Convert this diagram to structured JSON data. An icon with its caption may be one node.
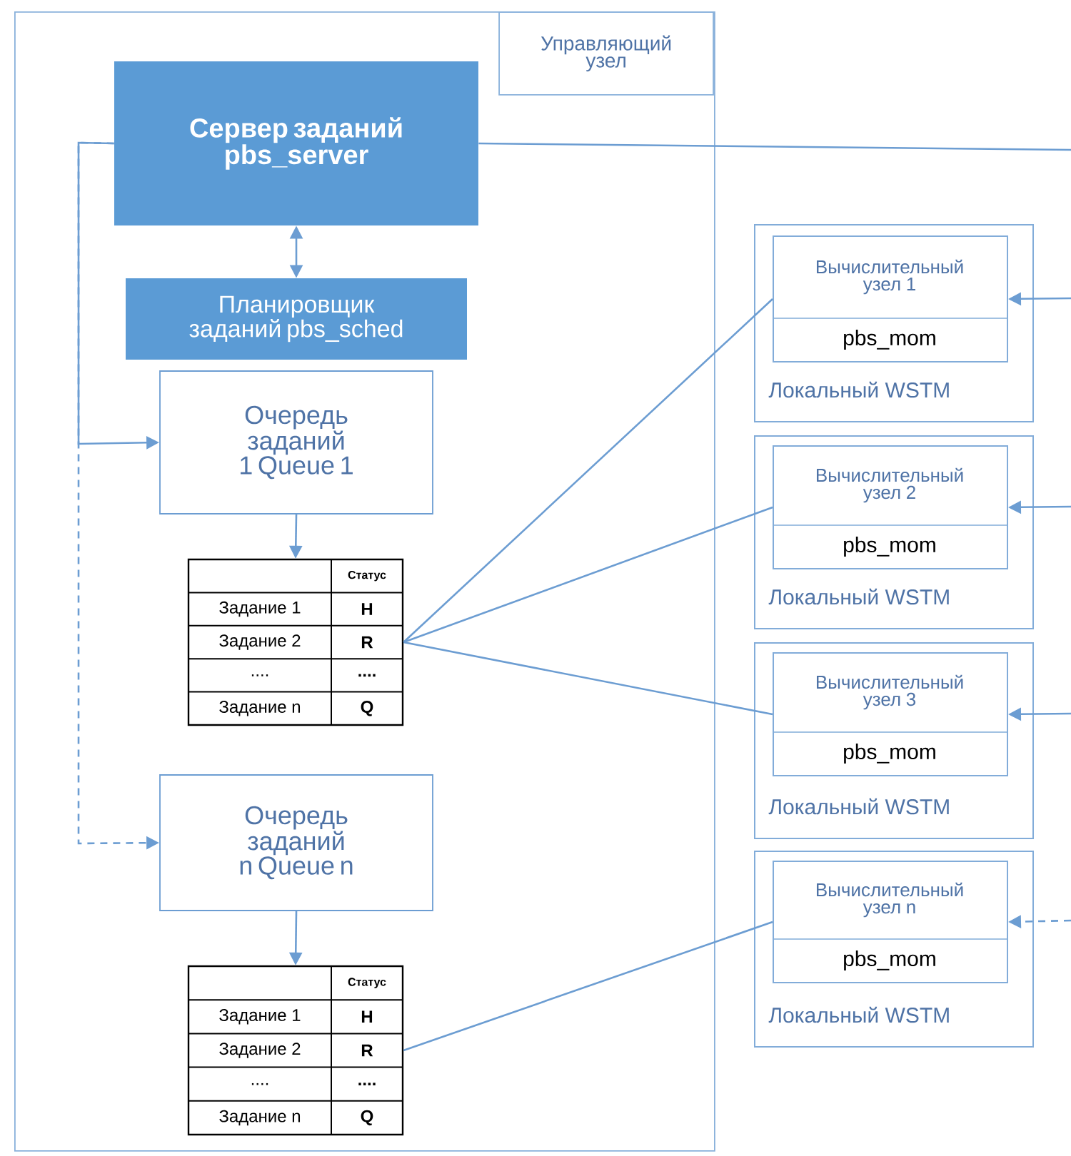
{
  "diagram": {
    "nodes": [
      {
        "text": [
          "Управляющий узел"
        ]
      },
      {
        "text": [
          "Сервер заданий pbs_server"
        ],
        "in": 0
      },
      {
        "text": [
          "Планировщик заданий pbs_sched"
        ],
        "in": 0
      },
      {
        "text": [
          "Очередь заданий 1 Queue 1"
        ],
        "in": 0
      },
      {
        "text": [
          "Статус",
          "Задание 1",
          "H",
          "Задание 2",
          "R",
          "....",
          "....",
          "Задание n",
          "Q"
        ],
        "in": 0
      },
      {
        "text": [
          "Очередь заданий n Queue n"
        ],
        "in": 0
      },
      {
        "text": [
          "Статус",
          "Задание 1",
          "H",
          "Задание 2",
          "R",
          "....",
          "....",
          "Задание n",
          "Q"
        ],
        "in": 0
      },
      {
        "text": [
          "Локальный WSTM"
        ]
      },
      {
        "text": [
          "Вычислительный узел 1",
          "pbs_mom"
        ],
        "in": 7
      },
      {
        "text": [
          "Локальный WSTM"
        ]
      },
      {
        "text": [
          "Вычислительный узел 2",
          "pbs_mom"
        ],
        "in": 9
      },
      {
        "text": [
          "Локальный WSTM"
        ]
      },
      {
        "text": [
          "Вычислительный узел 3",
          "pbs_mom"
        ],
        "in": 11
      },
      {
        "text": [
          "Локальный WSTM"
        ]
      },
      {
        "text": [
          "Вычислительный узел n",
          "pbs_mom"
        ],
        "in": 13
      }
    ],
    "edges": [
      {
        "from": 1,
        "to": 2,
        "arrow": "both"
      },
      {
        "from": 1,
        "to": 3,
        "arrow": "to"
      },
      {
        "from": 1,
        "to": 5,
        "arrow": "to",
        "style": "dashed"
      },
      {
        "from": 3,
        "to": 4,
        "arrow": "to"
      },
      {
        "from": 5,
        "to": 6,
        "arrow": "to"
      },
      {
        "from": 4,
        "to": 8,
        "arrow": "none"
      },
      {
        "from": 4,
        "to": 10,
        "arrow": "none"
      },
      {
        "from": 4,
        "to": 12,
        "arrow": "none"
      },
      {
        "from": 6,
        "to": 14,
        "arrow": "none"
      },
      {
        "from": 1,
        "to": null,
        "arrow": "none"
      },
      {
        "from": null,
        "to": 8,
        "arrow": "to"
      },
      {
        "from": null,
        "to": 10,
        "arrow": "to"
      },
      {
        "from": null,
        "to": 12,
        "arrow": "to"
      },
      {
        "from": null,
        "to": 14,
        "arrow": "to",
        "style": "dashed"
      }
    ]
  }
}
